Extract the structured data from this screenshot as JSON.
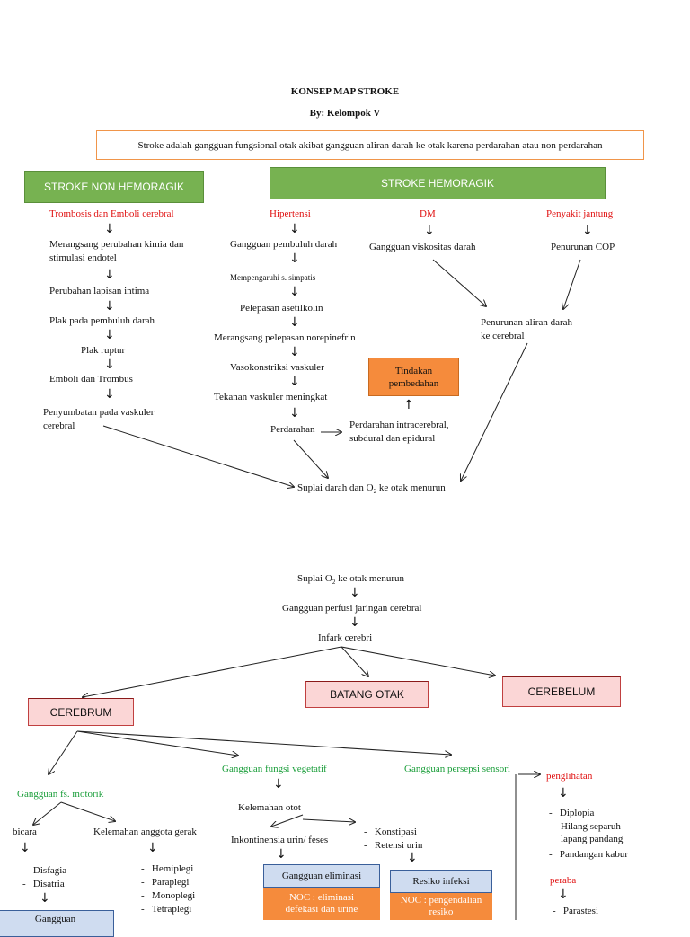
{
  "title": "KONSEP MAP STROKE",
  "byline": "By: Kelompok V",
  "definition": "Stroke adalah gangguan fungsional otak akibat gangguan aliran darah ke otak karena perdarahan atau non perdarahan",
  "left": {
    "header": "STROKE NON HEMORAGIK",
    "cause": "Trombosis dan Emboli cerebral",
    "steps": [
      "Merangsang perubahan kimia dan",
      "stimulasi endotel",
      "Perubahan lapisan intima",
      "Plak pada pembuluh darah",
      "Plak ruptur",
      "Emboli dan Trombus",
      "Penyumbatan pada vaskuler",
      "cerebral"
    ]
  },
  "right": {
    "header": "STROKE HEMORAGIK",
    "causes": [
      "Hipertensi",
      "DM",
      "Penyakit  jantung"
    ],
    "hipertensi_steps": [
      "Gangguan pembuluh darah",
      "Mempengaruhi s. simpatis",
      "Pelepasan asetilkolin",
      "Merangsang pelepasan norepinefrin",
      "Vasokonstriksi vaskuler",
      "Tekanan vaskuler meningkat",
      "Perdarahan"
    ],
    "dm_step": "Gangguan viskositas darah",
    "jantung_step": "Penurunan COP",
    "flow_reduction": [
      "Penurunan aliran darah",
      "ke cerebral"
    ],
    "bleeding_types": [
      "Perdarahan intracerebral,",
      "subdural dan epidural"
    ],
    "surgery": "Tindakan pembedahan"
  },
  "convergence": {
    "prefix": "Suplai darah dan O",
    "sub": "2",
    "suffix": " ke otak menurun"
  },
  "section2": {
    "top": {
      "prefix": "Suplai O",
      "sub": "2",
      "suffix": " ke otak menurun"
    },
    "perfusion": "Gangguan perfusi jaringan cerebral",
    "infark": "Infark cerebri",
    "regions": [
      "CEREBRUM",
      "BATANG OTAK",
      "CEREBELUM"
    ],
    "motorik": {
      "label": "Gangguan fs. motorik",
      "bicara": "bicara",
      "bicara_items": [
        "Disfagia",
        "Disatria"
      ],
      "kelemahan": "Kelemahan anggota gerak",
      "kelemahan_items": [
        "Hemiplegi",
        "Paraplegi",
        "Monoplegi",
        "Tetraplegi"
      ],
      "box_label": "Gangguan"
    },
    "vegetatif": {
      "label": "Gangguan fungsi vegetatif",
      "otot": "Kelemahan otot",
      "inkontinensia": "Inkontinensia urin/ feses",
      "other_items": [
        "Konstipasi",
        "Retensi urin"
      ],
      "eliminasi_box": "Gangguan eliminasi",
      "eliminasi_noc": "NOC : eliminasi defekasi dan urine",
      "infeksi_box": "Resiko infeksi",
      "infeksi_noc": "NOC : pengendalian resiko"
    },
    "sensori": {
      "label": "Gangguan persepsi sensori",
      "penglihatan": "penglihatan",
      "penglihatan_items": [
        "Diplopia",
        "Hilang separuh lapang pandang",
        "Pandangan kabur"
      ],
      "peraba": "peraba",
      "peraba_items": [
        "Parastesi"
      ]
    }
  }
}
